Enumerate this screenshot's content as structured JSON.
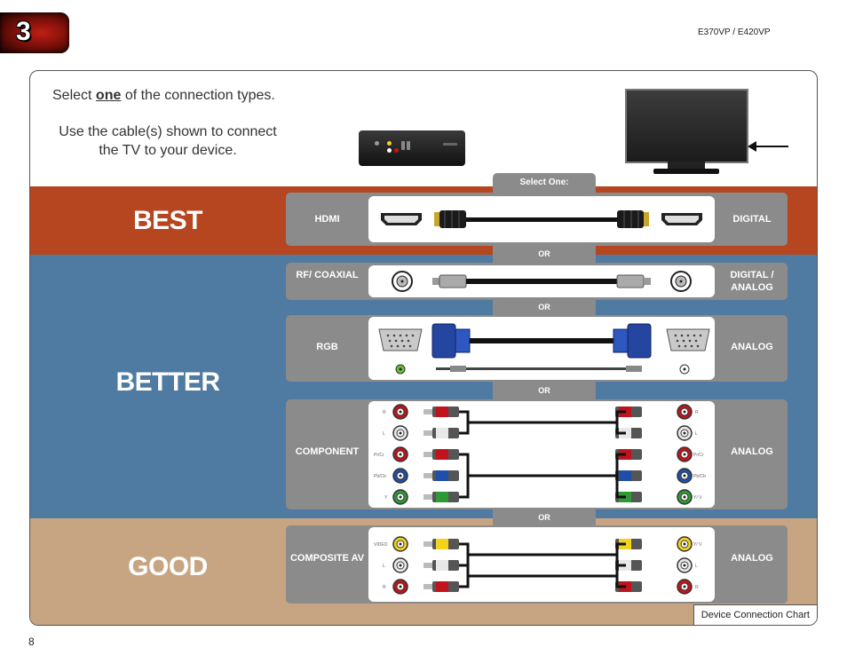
{
  "header": {
    "chapter_number": "3",
    "model_numbers": "E370VP / E420VP"
  },
  "intro": {
    "line1_prefix": "Select ",
    "line1_emphasis": "one",
    "line1_suffix": " of the connection types.",
    "line2": "Use the cable(s) shown to connect the TV to your device."
  },
  "tiers": {
    "best": "BEST",
    "better": "BETTER",
    "good": "GOOD"
  },
  "select_tab": "Select One:",
  "or_label": "OR",
  "connections": [
    {
      "label": "HDMI",
      "type": "DIGITAL"
    },
    {
      "label": "RF/ COAXIAL",
      "type": "DIGITAL / ANALOG"
    },
    {
      "label": "RGB",
      "type": "ANALOG"
    },
    {
      "label": "COMPONENT",
      "type": "ANALOG"
    },
    {
      "label": "COMPOSITE AV",
      "type": "ANALOG"
    }
  ],
  "component_ports_left": [
    "R",
    "L",
    "Pr/Cr",
    "Pb/Cb",
    "Y"
  ],
  "component_ports_right": [
    "R",
    "L",
    "Pr/Cr",
    "Pb/Cb",
    "Y/ V"
  ],
  "composite_ports_left": [
    "VIDEO",
    "L",
    "R"
  ],
  "composite_ports_right": [
    "Y/ V",
    "L",
    "R"
  ],
  "colors": {
    "best": "#b5461f",
    "better": "#4f7aa1",
    "good": "#c8a582",
    "row": "#8b8b8b",
    "red": "#c0141c",
    "white": "#e8e8e8",
    "blue": "#1f4fa8",
    "green": "#2e9a35",
    "yellow": "#f2d31c"
  },
  "icons": [
    "hdmi-connector-icon",
    "coax-connector-icon",
    "vga-connector-icon",
    "rca-connector-icon",
    "tv-back-icon",
    "set-top-box-icon",
    "arrow-left-icon"
  ],
  "footer_label": "Device Connection Chart",
  "page_number": "8"
}
